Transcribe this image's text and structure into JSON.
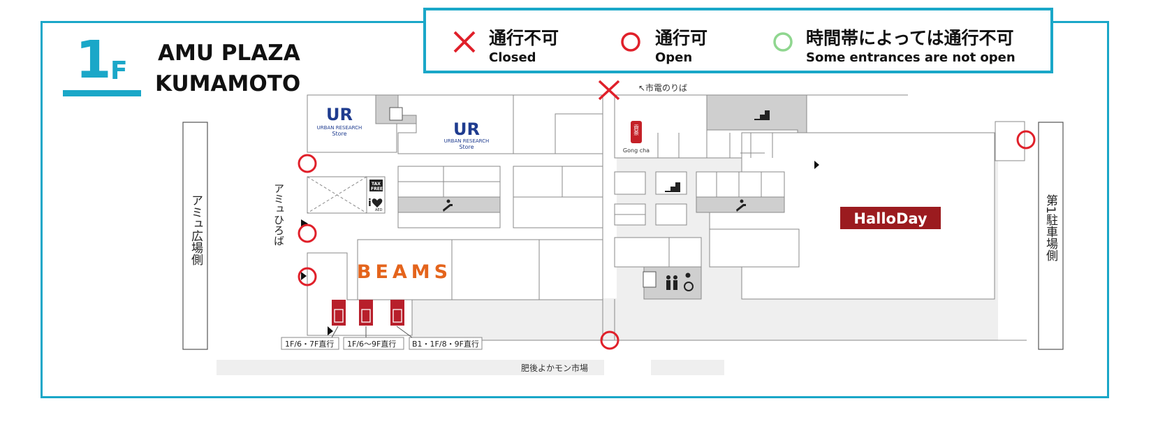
{
  "header": {
    "floor_number": "1",
    "floor_suffix": "F",
    "building_line1": "AMU PLAZA",
    "building_line2": "KUMAMOTO"
  },
  "legend": {
    "closed": {
      "jp": "通行不可",
      "en": "Closed",
      "color": "#e0202a",
      "icon": "cross-icon"
    },
    "open": {
      "jp": "通行可",
      "en": "Open",
      "color": "#e0202a",
      "icon": "circle-icon"
    },
    "partial": {
      "jp": "時間帯によっては通行不可",
      "en": "Some entrances are not open",
      "color": "#8fd68f",
      "icon": "circle-icon"
    }
  },
  "map": {
    "left_side_label": "アミュ広場側",
    "right_side_label": "第1駐車場側",
    "plaza_label": "アミュひろば",
    "tram_label": "↖市電のりば",
    "market_label": "肥後よかモン市場",
    "elevator_labels": [
      "1F/6・7F直行",
      "1F/6〜9F直行",
      "B1・1F/8・9F直行"
    ],
    "stores": {
      "urban_research_1": {
        "logo": "UR",
        "line1": "URBAN RESEARCH",
        "line2": "Store"
      },
      "urban_research_2": {
        "logo": "UR",
        "line1": "URBAN RESEARCH",
        "line2": "Store"
      },
      "beams": "BEAMS",
      "gongcha": {
        "logo": "貢茶",
        "name": "Gong cha"
      },
      "halloday": "HalloDay"
    },
    "facilities": {
      "tax_free_line1": "TAX",
      "tax_free_line2": "FREE",
      "info": "i",
      "aed": "AED"
    },
    "colors": {
      "brand_accent": "#1aa7c8",
      "elevator_red": "#b81f2b",
      "halloday_red": "#9b1b1f",
      "beams_orange": "#e4641c",
      "ur_blue": "#1f3c8f"
    }
  }
}
